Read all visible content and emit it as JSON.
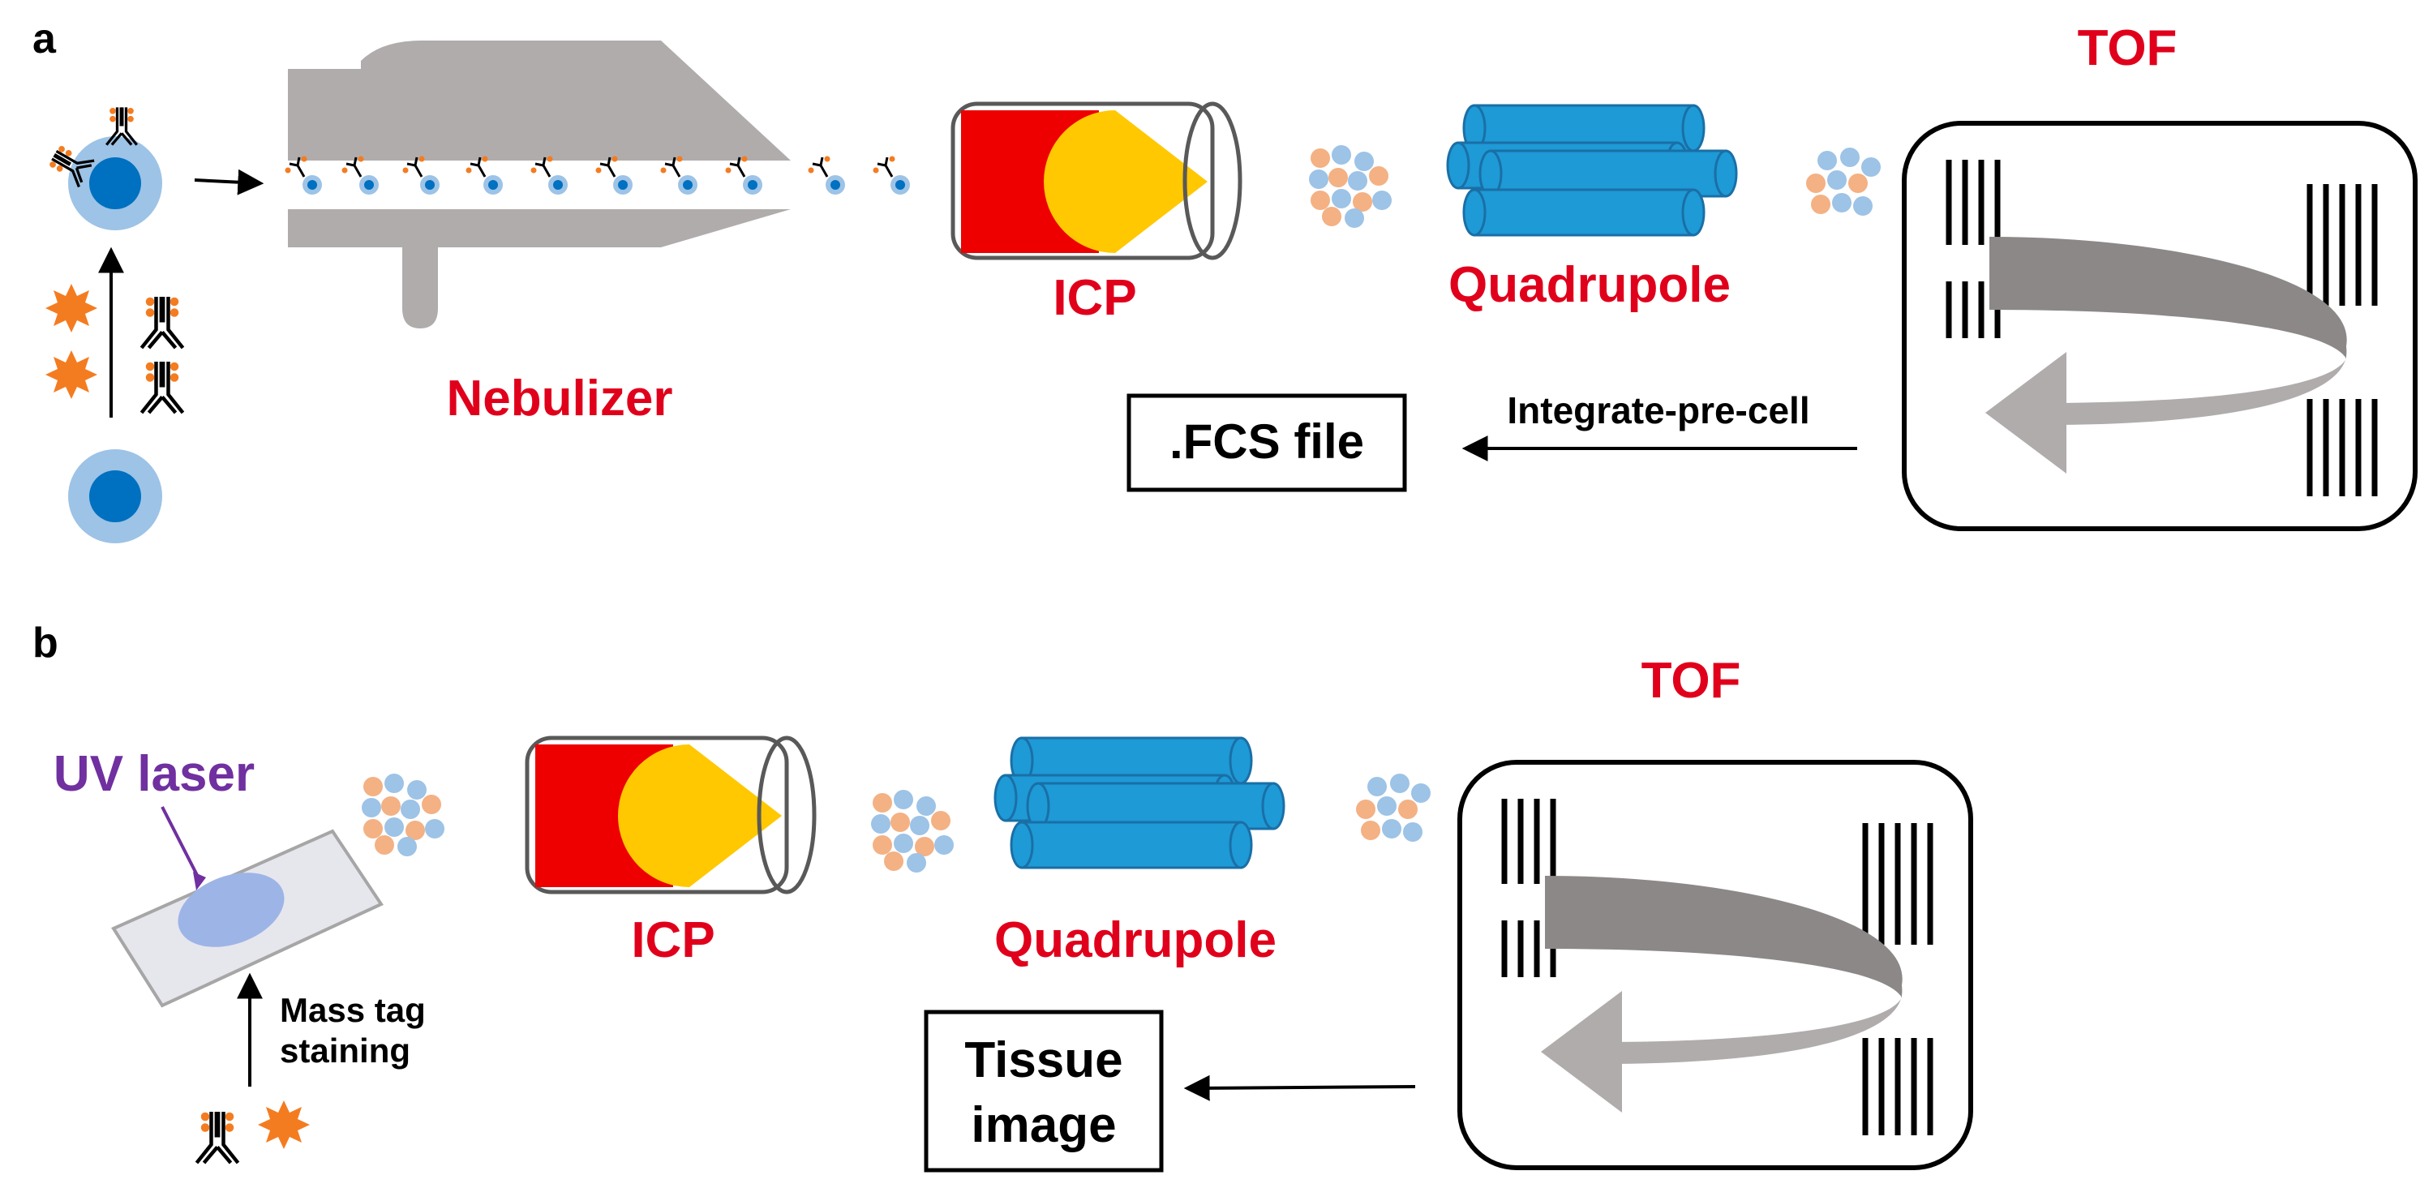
{
  "panel_a": {
    "letter": "a",
    "nebulizer_label": "Nebulizer",
    "icp_label": "ICP",
    "quadrupole_label": "Quadrupole",
    "tof_label": "TOF",
    "output_label": ".FCS file",
    "integrate_label": "Integrate-pre-cell"
  },
  "panel_b": {
    "letter": "b",
    "uv_label": "UV laser",
    "icp_label": "ICP",
    "quadrupole_label": "Quadrupole",
    "tof_label": "TOF",
    "mass_tag_line1": "Mass tag",
    "mass_tag_line2": "staining",
    "output_line1": "Tissue",
    "output_line2": "image"
  },
  "colors": {
    "label_red": "#e0001b",
    "uv_purple": "#7030a0",
    "icp_red": "#ee0000",
    "icp_yellow": "#ffc800",
    "quad_blue": "#1e9ad6",
    "cell_outer": "#9dc3e6",
    "cell_inner": "#0070c0",
    "ion_blue": "#9dc3e6",
    "ion_orange": "#f4b183",
    "metal_orange": "#f47c20",
    "nebulizer_gray": "#b0acac",
    "arc_gray": "#8c8888"
  }
}
